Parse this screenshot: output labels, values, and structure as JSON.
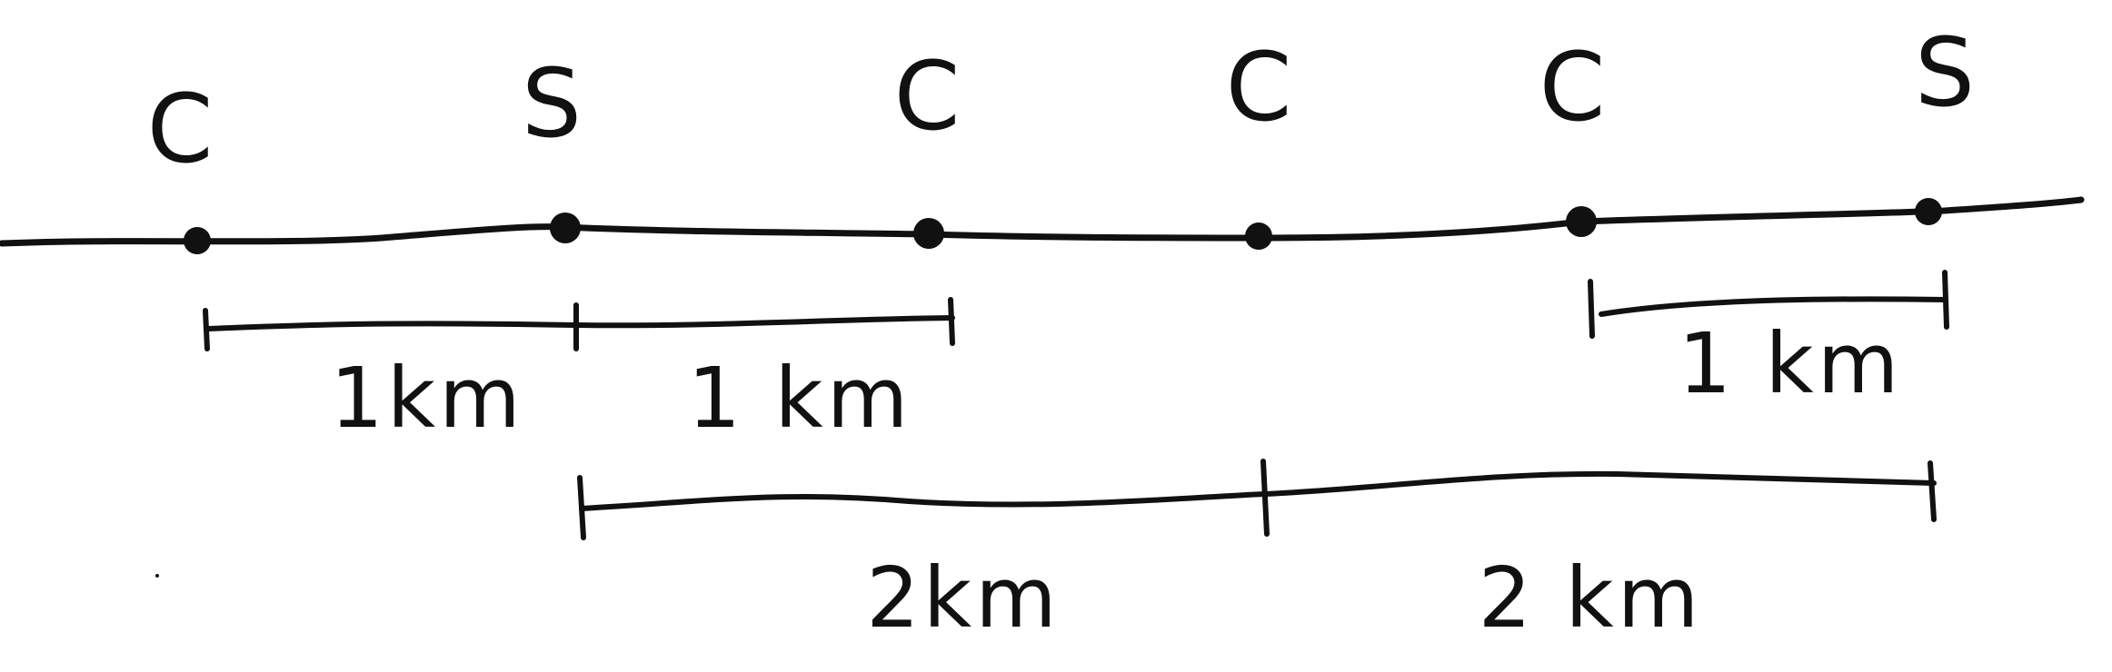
{
  "points": [
    {
      "letter": "C"
    },
    {
      "letter": "S"
    },
    {
      "letter": "C"
    },
    {
      "letter": "C"
    },
    {
      "letter": "C"
    },
    {
      "letter": "S"
    }
  ],
  "distances": [
    {
      "label": "1km"
    },
    {
      "label": "1 km"
    },
    {
      "label": "1 km"
    },
    {
      "label": "2km"
    },
    {
      "label": "2 km"
    }
  ]
}
